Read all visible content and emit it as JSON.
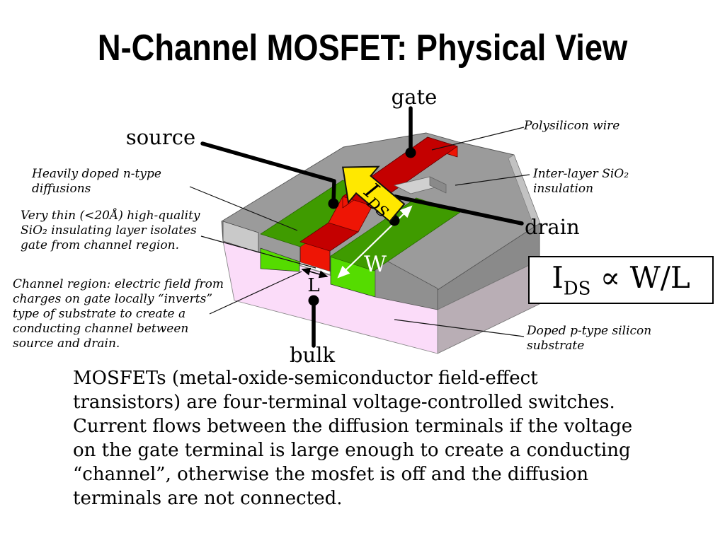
{
  "title": "N-Channel MOSFET: Physical View",
  "diagram": {
    "terminals": {
      "gate": "gate",
      "source": "source",
      "drain": "drain",
      "bulk": "bulk"
    },
    "dimensions": {
      "width_label": "W",
      "length_label": "L"
    },
    "current_arrow": {
      "base": "I",
      "sub": "DS"
    },
    "annotations": {
      "polysilicon": "Polysilicon wire",
      "interlayer": "Inter-layer SiO₂\ninsulation",
      "heavily_doped": "Heavily doped n-type\ndiffusions",
      "thin_oxide": "Very thin (<20Å) high-quality\nSiO₂ insulating layer isolates\ngate from channel region.",
      "channel_region": "Channel region: electric field from\ncharges on gate locally “inverts”\ntype of substrate to create a\nconducting channel between\nsource and drain.",
      "substrate": "Doped p-type silicon\nsubstrate"
    },
    "colors": {
      "oxide_gray": "#9b9b9b",
      "oxide_gray_light": "#c9c9c9",
      "oxide_gray_side": "#8a8a8a",
      "diffusion_green_top": "#3f9b00",
      "diffusion_green_cut": "#55dc00",
      "poly_red_top": "#c40000",
      "poly_red_face": "#ee1505",
      "substrate_pink": "#fbdcf9",
      "substrate_side": "#b9aeb5",
      "arrow_yellow": "#ffe800"
    }
  },
  "formula": {
    "base": "I",
    "sub": "DS",
    "relation": " ∝ W/L"
  },
  "body_text": "MOSFETs (metal-oxide-semiconductor field-effect\ntransistors) are four-terminal voltage-controlled switches.\nCurrent flows between the diffusion terminals if the voltage\non the gate terminal is large enough to create a conducting\n“channel”, otherwise the mosfet is off and the diffusion\nterminals are not connected."
}
